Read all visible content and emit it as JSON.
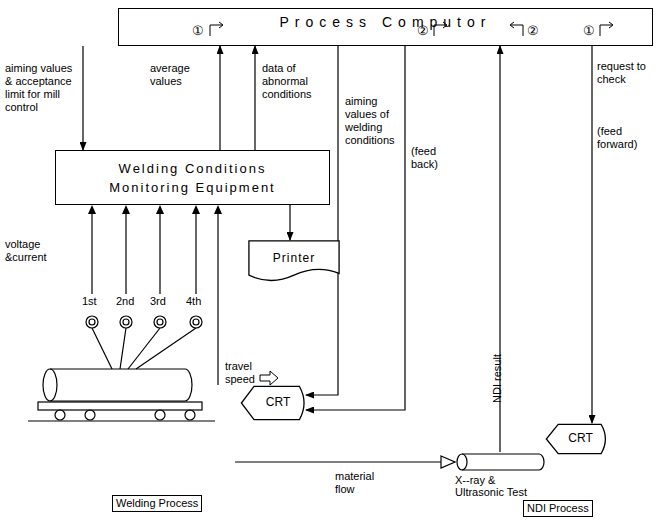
{
  "diagram": {
    "nodes": [
      {
        "text": [
          "Process Computor"
        ]
      },
      {
        "text": [
          "Welding Conditions Monitoring Equipment"
        ]
      },
      {
        "text": [
          "Printer"
        ]
      },
      {
        "text": [
          "CRT"
        ]
      },
      {
        "text": [
          "CRT"
        ]
      },
      {
        "text": [
          "Welding Process"
        ]
      },
      {
        "text": [
          "X--ray & Ultrasonic Test",
          "NDI Process"
        ]
      }
    ],
    "edges": [
      {
        "from": 0,
        "to": 1,
        "arrow": "to",
        "label": "aiming values & acceptance limit for mill control"
      },
      {
        "from": 1,
        "to": 0,
        "arrow": "to",
        "label": "average values"
      },
      {
        "from": 1,
        "to": 0,
        "arrow": "to",
        "label": "data of abnormal conditions"
      },
      {
        "from": 1,
        "to": 2,
        "arrow": "to"
      },
      {
        "from": 0,
        "to": 3,
        "arrow": "to",
        "label": "aiming values of welding conditions"
      },
      {
        "from": 0,
        "to": 3,
        "arrow": "to",
        "label": "(feed back)"
      },
      {
        "from": 6,
        "to": 0,
        "arrow": "to",
        "label": "NDI result"
      },
      {
        "from": 0,
        "to": 4,
        "arrow": "to",
        "label": "request to check"
      },
      {
        "from": 5,
        "to": 6,
        "arrow": "to",
        "label": "material flow"
      }
    ],
    "labels": [
      "①",
      "②",
      "②",
      "①",
      "voltage &current",
      "1st",
      "2nd",
      "3rd",
      "4th",
      "travel speed",
      "(feed forward)"
    ]
  }
}
